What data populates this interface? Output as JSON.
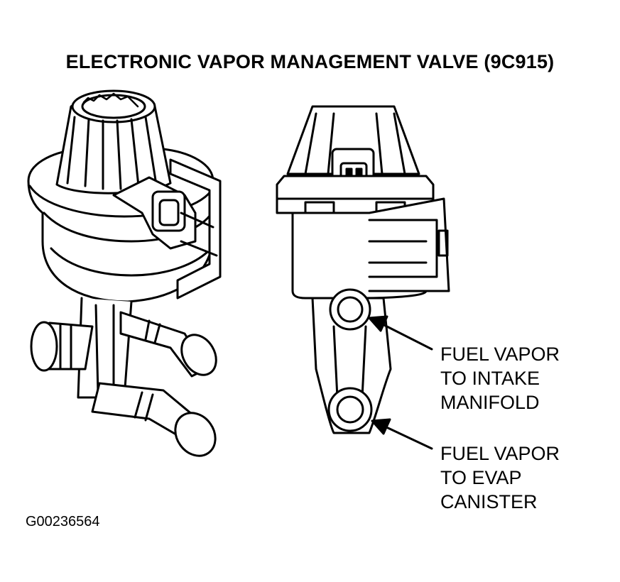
{
  "title": "ELECTRONIC VAPOR MANAGEMENT VALVE (9C915)",
  "callouts": [
    {
      "lines": [
        "FUEL VAPOR",
        "TO INTAKE",
        "MANIFOLD"
      ]
    },
    {
      "lines": [
        "FUEL VAPOR",
        "TO EVAP",
        "CANISTER"
      ]
    }
  ],
  "figure_id": "G00236564",
  "colors": {
    "ink": "#000000",
    "paper": "#ffffff"
  }
}
